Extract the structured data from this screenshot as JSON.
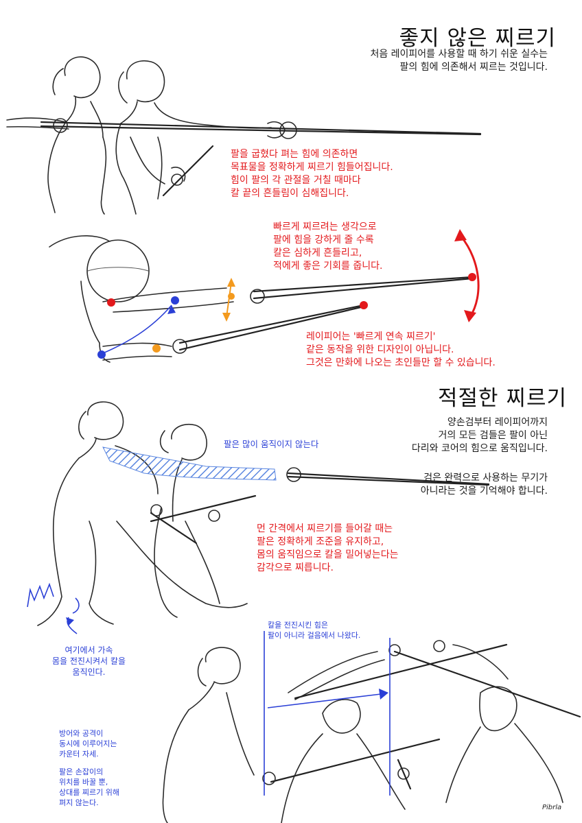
{
  "sections": {
    "bad": {
      "title": "좋지 않은 찌르기",
      "intro": "처음 레이피어를 사용할 때 하기 쉬운 실수는\n팔의 힘에 의존해서 찌르는 것입니다.",
      "note_bend": "팔을 굽혔다 펴는 힘에 의존하면\n목표물을 정확하게 찌르기 힘들어집니다.\n힘이 팔의 각 관절을 거칠 때마다\n칼 끝의 흔들림이 심해집니다.",
      "note_fast": "빠르게 찌르려는 생각으로\n팔에 힘을 강하게 줄 수록\n칼은 심하게 흔들리고,\n적에게 좋은 기회를 줍니다.",
      "note_design": "레이피어는 '빠르게 연속 찌르기'\n같은 동작을 위한 디자인이 아닙니다.\n그것은 만화에 나오는 초인들만 할 수 있습니다."
    },
    "good": {
      "title": "적절한 찌르기",
      "intro": "양손검부터 레이피어까지\n거의 모든 검들은 팔이 아닌\n다리와 코어의 힘으로 움직입니다.",
      "intro2": "검은 완력으로 사용하는 무기가\n아니라는 것을 기억해야 합니다.",
      "arm_label": "팔은 많이 움직이지 않는다",
      "note_distance": "먼 간격에서 찌르기를 들어갈 때는\n팔은 정확하게 조준을 유지하고,\n몸의 움직임으로 칼을 밀어넣는다는\n감각으로 찌릅니다.",
      "foot_note": "여기에서 가속\n몸을 전진시켜서 칼을\n움직인다.",
      "step_note": "칼을 전진시킨 힘은\n팔이 아니라 걸음에서 나왔다.",
      "counter_note": "방어와 공격이\n동시에 이루어지는\n카운터 자세.",
      "hand_note": "팔은 손잡이의\n위치를 바꿀 뿐,\n상대를 찌르기 위해\n펴지 않는다."
    },
    "signature": "Pibrla"
  },
  "colors": {
    "red": "#e3191c",
    "blue": "#2a3fd6",
    "orange": "#f39a1e",
    "ink": "#222222",
    "hatch": "#5a86e0"
  }
}
